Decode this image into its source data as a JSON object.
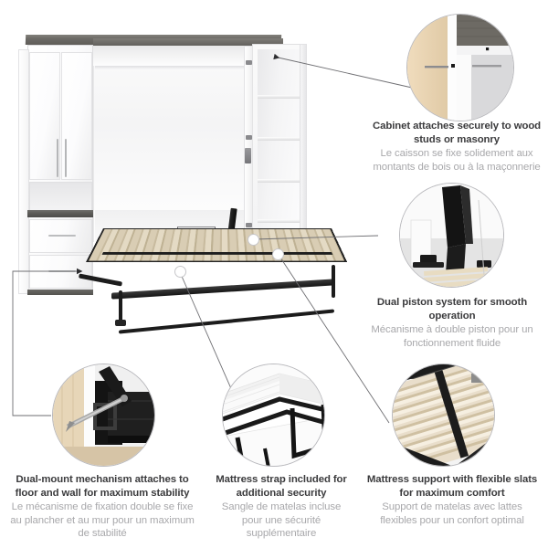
{
  "page": {
    "title": "Murphy bed feature infographic",
    "background_color": "#ffffff",
    "text_color_en": "#3b3b3d",
    "text_color_fr": "#a8a8ab",
    "accent_line_color": "#6e6e72"
  },
  "product": {
    "name": "Full Murphy bed with storage cabinet and bookcase",
    "parts": [
      {
        "name": "storage-cabinet-doors",
        "label": "Upper cabinet doors"
      },
      {
        "name": "storage-cabinet-drawers",
        "label": "Lower drawers"
      },
      {
        "name": "murphy-bed-frame",
        "label": "Murphy bed frame"
      },
      {
        "name": "slat-platform",
        "label": "Flexible slat platform"
      },
      {
        "name": "bookcase",
        "label": "Open bookcase"
      }
    ]
  },
  "callouts": [
    {
      "id": "cabinet-anchoring",
      "en": "Cabinet attaches securely to wood studs or masonry",
      "fr": "Le caisson se fixe solidement aux montants de bois ou à la maçonnerie",
      "photo_alt": "Close-up of cabinet side panel anchored to a wall stud with screws"
    },
    {
      "id": "dual-piston",
      "en": "Dual piston system for smooth operation",
      "fr": "Mécanisme à double piston pour un fonctionnement fluide",
      "photo_alt": "Close-up of black dual gas piston lift mechanism on the bed frame"
    },
    {
      "id": "dual-mount",
      "en": "Dual-mount mechanism attaches to floor and wall for maximum stability",
      "fr": "Le mécanisme de fixation double se fixe au plancher et au mur pour un maximum de stabilité",
      "photo_alt": "Close-up of the black floor and wall mounting bracket with a long lag screw"
    },
    {
      "id": "mattress-strap",
      "en": "Mattress strap included for additional security",
      "fr": "Sangle de matelas incluse pour une sécurité supplémentaire",
      "photo_alt": "Close-up of a white mattress held by a black strap across the bed frame"
    },
    {
      "id": "mattress-support",
      "en": "Mattress support with flexible slats for maximum comfort",
      "fr": "Support de matelas avec lattes flexibles pour un confort optimal",
      "photo_alt": "Close-up of light wood flexible slats on a black metal bed support"
    }
  ]
}
